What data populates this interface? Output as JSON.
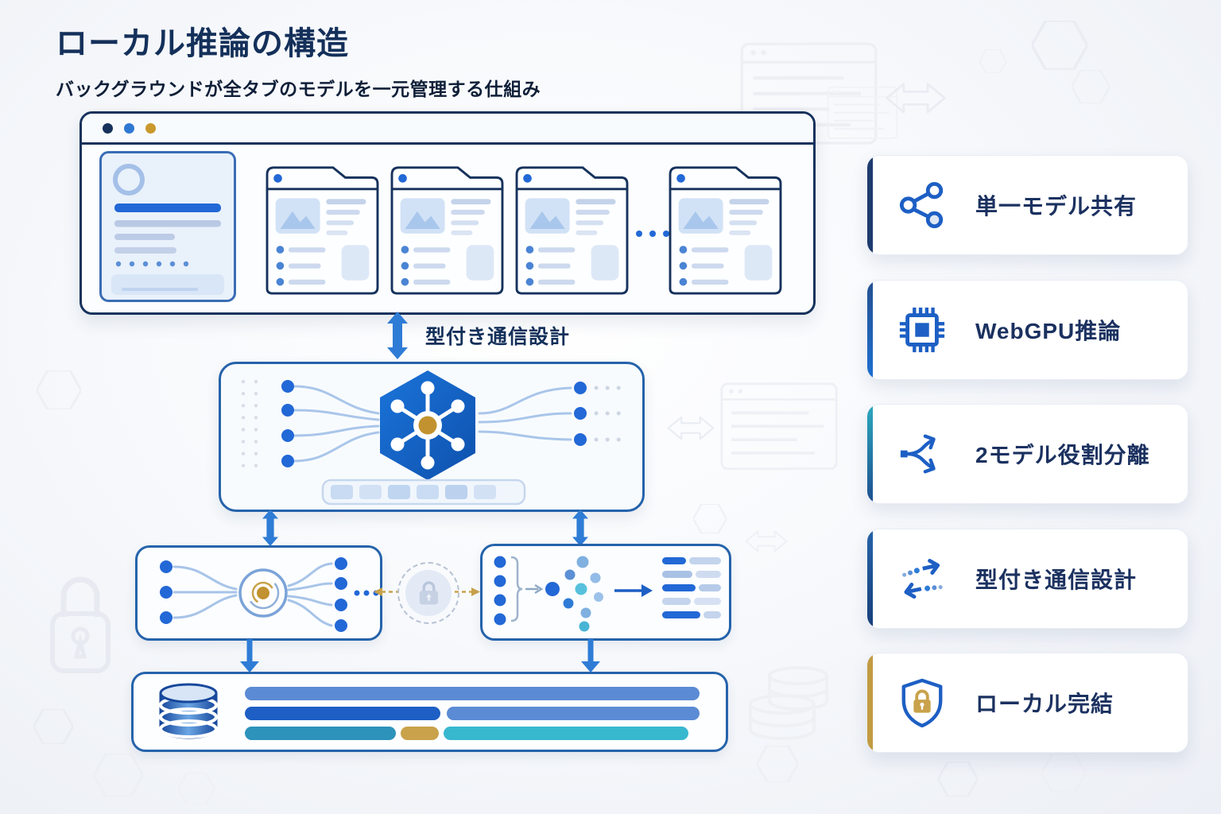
{
  "header": {
    "title": "ローカル推論の構造",
    "subtitle": "バックグラウンドが全タブのモデルを一元管理する仕組み"
  },
  "diagram": {
    "connection_label": "型付き通信設計",
    "browser_window": {
      "traffic_light_colors": [
        "#16325c",
        "#2e78d2",
        "#c9992e"
      ],
      "sidebar_panels": 1,
      "tab_cards": 4,
      "overflow_indicator_dots": 3
    },
    "icons": {
      "hub": "network-hub-hexagon-icon",
      "left_process": "target-router-icon",
      "right_process": "cluster-inference-icon",
      "storage": "database-icon",
      "security": "lock-icon"
    }
  },
  "features": [
    {
      "label": "単一モデル共有",
      "icon": "share-icon",
      "accent": "#1e3a6e"
    },
    {
      "label": "WebGPU推論",
      "icon": "chip-icon",
      "accent": "linear-gradient(180deg,#24508f,#1d6fd1)"
    },
    {
      "label": "2モデル役割分離",
      "icon": "fork-arrows-icon",
      "accent": "linear-gradient(180deg,#2ba8bc,#1d4e8f)"
    },
    {
      "label": "型付き通信設計",
      "icon": "dotted-arrows-icon",
      "accent": "linear-gradient(180deg,#2563a8,#173f7a)"
    },
    {
      "label": "ローカル完結",
      "icon": "shield-lock-icon",
      "accent": "#c29b42"
    }
  ],
  "colors": {
    "navy": "#16325c",
    "primary_blue": "#2268d6",
    "arrow_blue": "#2e7cd6",
    "light_blue": "#a8c4e8",
    "gold": "#c9992e",
    "teal": "#2d93ba",
    "cyan": "#38b8cf"
  }
}
